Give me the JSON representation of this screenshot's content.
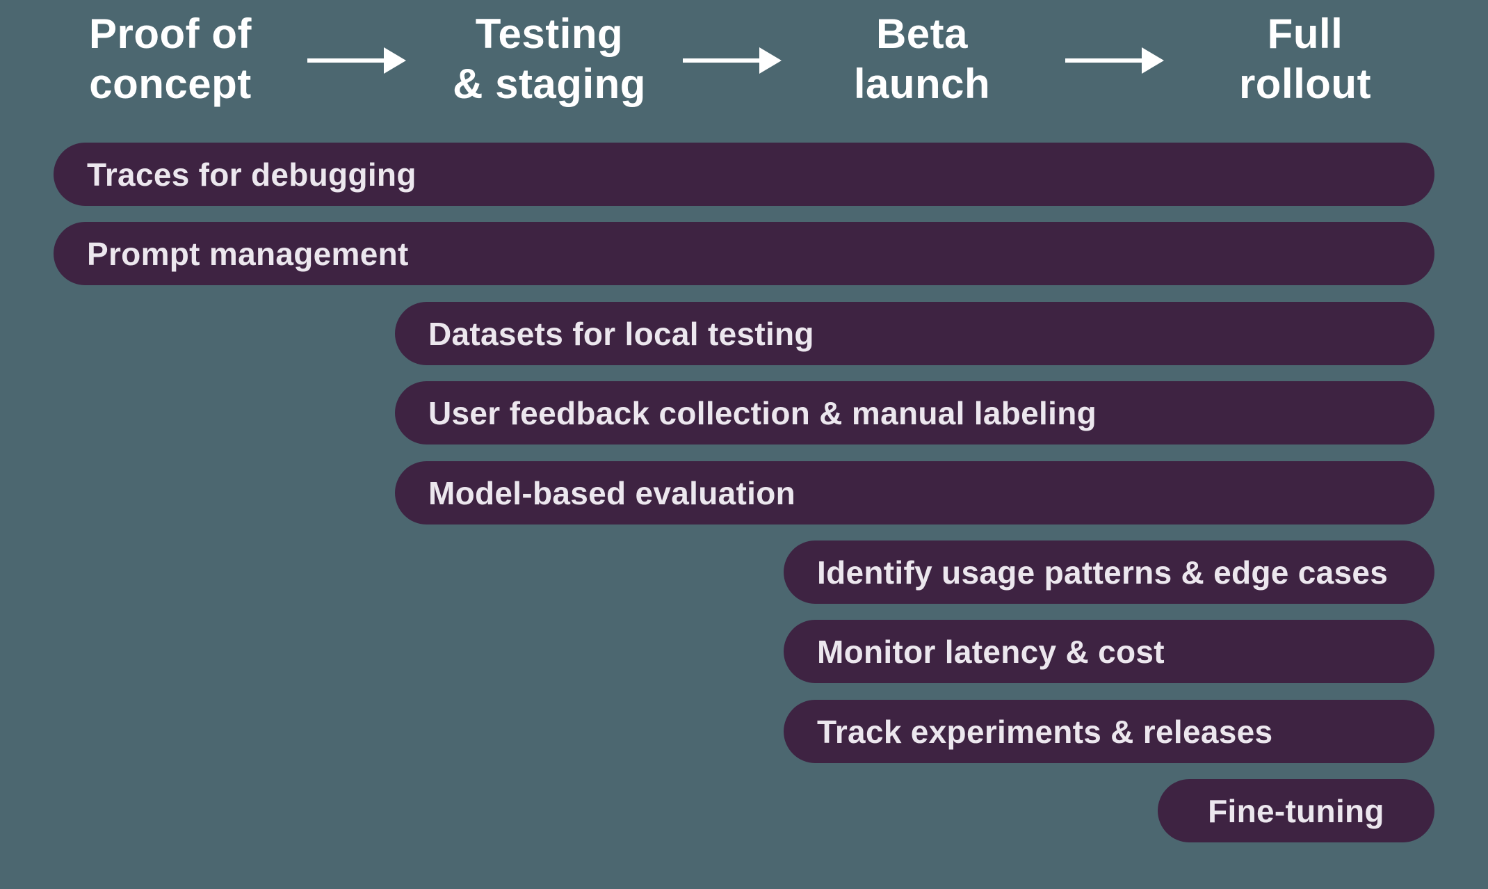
{
  "colors": {
    "background": "#4C6770",
    "bar_fill": "#3E2342",
    "bar_text": "#ECE7EE",
    "header_text": "#FFFFFF",
    "arrow": "#FFFFFF"
  },
  "phases": [
    {
      "label": "Proof of\nconcept"
    },
    {
      "label": "Testing\n& staging"
    },
    {
      "label": "Beta\nlaunch"
    },
    {
      "label": "Full\nrollout"
    }
  ],
  "bars": [
    {
      "label": "Traces for debugging",
      "start_phase": "Proof of concept"
    },
    {
      "label": "Prompt management",
      "start_phase": "Proof of concept"
    },
    {
      "label": "Datasets for local testing",
      "start_phase": "Testing & staging"
    },
    {
      "label": "User feedback collection & manual labeling",
      "start_phase": "Testing & staging"
    },
    {
      "label": "Model-based evaluation",
      "start_phase": "Testing & staging"
    },
    {
      "label": "Identify usage patterns & edge cases",
      "start_phase": "Beta launch"
    },
    {
      "label": "Monitor latency & cost",
      "start_phase": "Beta launch"
    },
    {
      "label": "Track experiments & releases",
      "start_phase": "Beta launch"
    },
    {
      "label": "Fine-tuning",
      "start_phase": "Full rollout"
    }
  ]
}
